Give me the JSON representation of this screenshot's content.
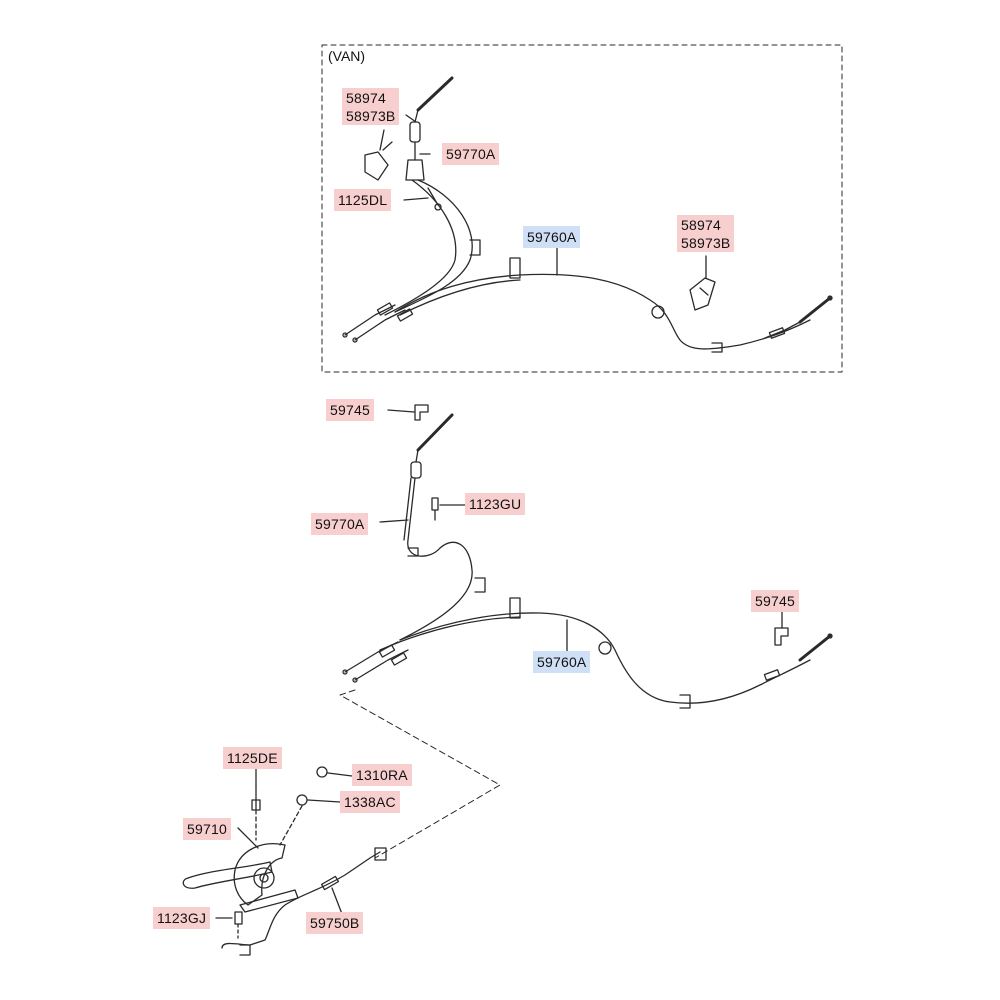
{
  "van_section": {
    "title": "(VAN)",
    "labels": {
      "bracket_a_line1": "58974",
      "bracket_a_line2": "58973B",
      "cable_front": "59770A",
      "bolt": "1125DL",
      "cable_main": "59760A",
      "bracket_b_line1": "58974",
      "bracket_b_line2": "58973B"
    }
  },
  "main_section": {
    "labels": {
      "clip_top": "59745",
      "bolt_top": "1123GU",
      "cable_front": "59770A",
      "clip_right": "59745",
      "cable_main": "59760A",
      "bolt_lever": "1125DE",
      "nut_a": "1310RA",
      "nut_b": "1338AC",
      "lever": "59710",
      "bolt_bottom": "1123GJ",
      "cable_lever": "59750B"
    }
  },
  "colors": {
    "label_highlight_red": "#f8cfcf",
    "label_highlight_blue": "#cfdff5",
    "line": "#2a2a2a"
  }
}
